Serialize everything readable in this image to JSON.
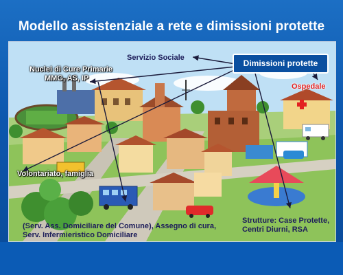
{
  "slide": {
    "title": "Modello assistenziale a rete e dimissioni protette"
  },
  "callout": {
    "label": "Dimissioni protette"
  },
  "labels": {
    "servizio_sociale": "Servizio Sociale",
    "nuclei_line1": "Nuclei di Cure Primarie",
    "nuclei_line2": "MMG, AS, IP",
    "ospedale": "Ospedale",
    "volontariato": "Volontariato, famiglia",
    "serv_line1": "(Serv. Ass. Domiciliare del Comune), Assegno di cura,",
    "serv_line2": "Serv. Infermieristico Domiciliare",
    "strutture_line1": "Strutture: Case Protette,",
    "strutture_line2": "Centri Diurni, RSA"
  },
  "colors": {
    "slide_blue": "#0a4fa0",
    "ospedale_red": "#e32020",
    "arrow": "#1a1a3a"
  }
}
